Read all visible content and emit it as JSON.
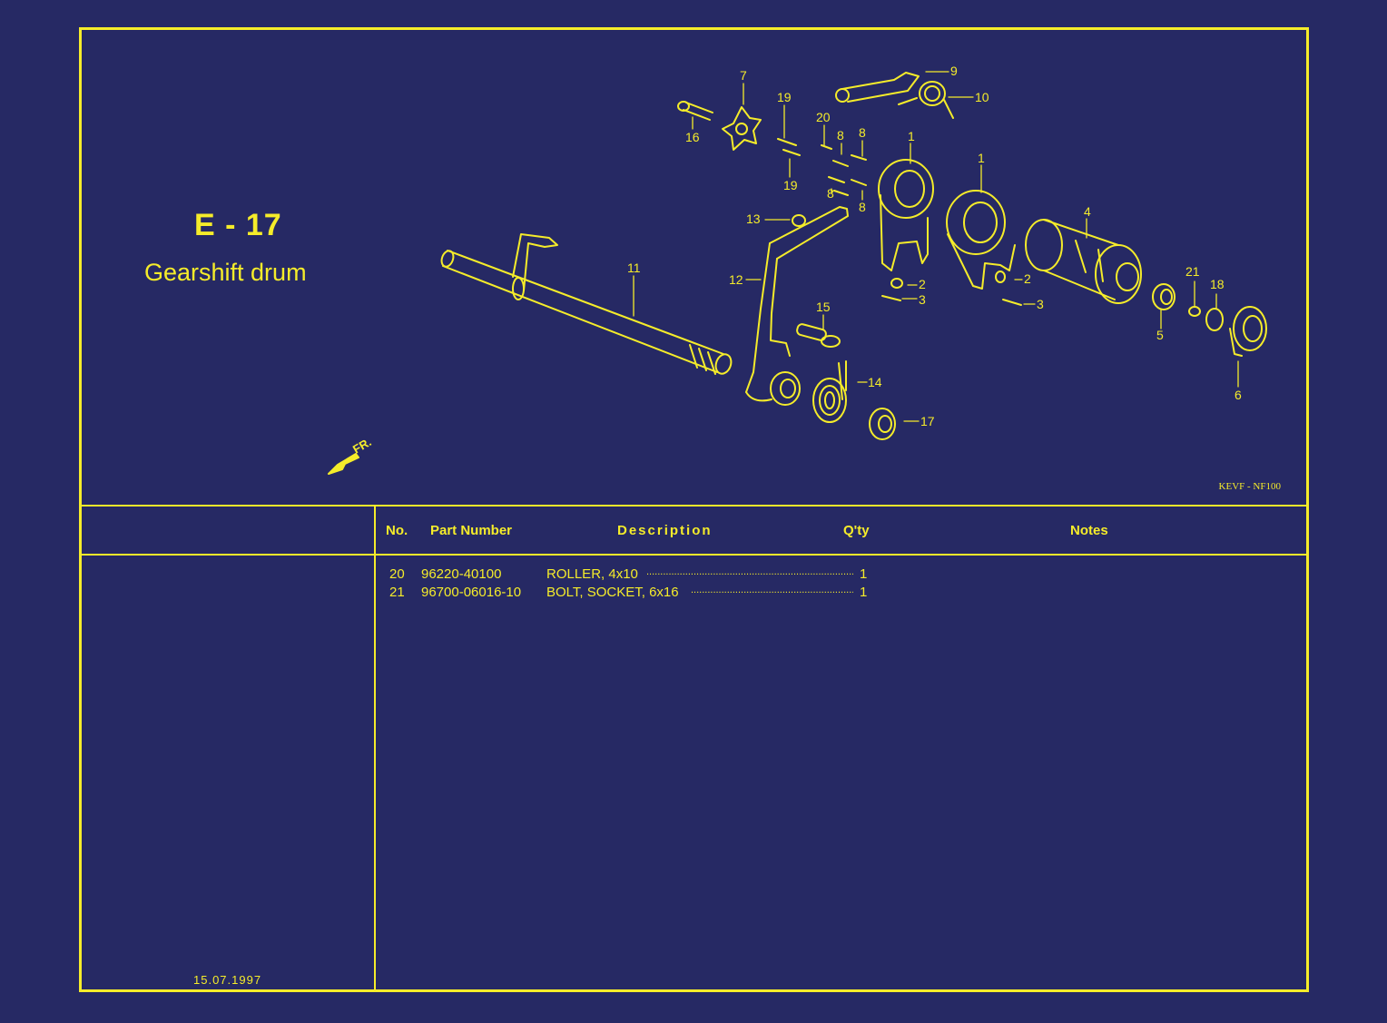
{
  "page": {
    "code": "E - 17",
    "title": "Gearshift drum",
    "catalog_code": "KEVF - NF100",
    "date": "15.07.1997",
    "front_label": "FR."
  },
  "table": {
    "headers": {
      "no": "No.",
      "part_number": "Part Number",
      "description": "Description",
      "qty": "Q'ty",
      "notes": "Notes"
    },
    "rows": [
      {
        "no": "20",
        "part_number": "96220-40100",
        "description": "ROLLER, 4x10",
        "qty": "1"
      },
      {
        "no": "21",
        "part_number": "96700-06016-10",
        "description": "BOLT, SOCKET, 6x16",
        "qty": "1"
      }
    ]
  },
  "callouts": [
    "1",
    "1",
    "2",
    "2",
    "3",
    "3",
    "4",
    "5",
    "6",
    "7",
    "8",
    "8",
    "8",
    "8",
    "9",
    "10",
    "11",
    "12",
    "13",
    "14",
    "15",
    "16",
    "17",
    "18",
    "19",
    "19",
    "20",
    "21"
  ],
  "colors": {
    "background": "#262964",
    "line": "#f5ec2a"
  }
}
